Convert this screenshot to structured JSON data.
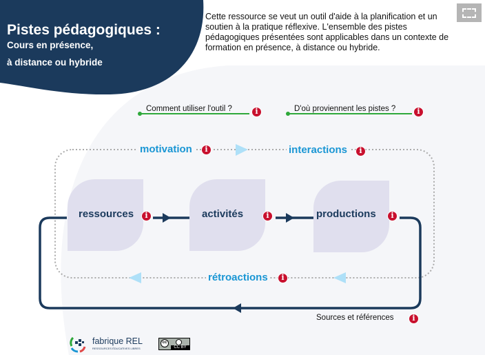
{
  "header": {
    "title": "Pistes pédagogiques :",
    "subtitle_line1": "Cours en présence,",
    "subtitle_line2": "à distance ou hybride"
  },
  "description": "Cette ressource se veut un outil d'aide à la planification et un soutien à la pratique réflexive. L'ensemble des pistes pédagogiques présentées sont applicables dans un contexte de formation en présence, à distance ou hybride.",
  "links": {
    "how_to": "Comment utiliser l'outil ?",
    "origin": "D'où proviennent les pistes ?"
  },
  "nodes": [
    "ressources",
    "activités",
    "productions"
  ],
  "flows": {
    "motivation": "motivation",
    "interactions": "interactions",
    "retroactions": "rétroactions"
  },
  "sources": "Sources et références",
  "info_glyph": "i",
  "footer": {
    "logo_name": "fabrique REL",
    "logo_tagline": "RESSOURCES ÉDUCATIVES LIBRES",
    "license": "CC BY"
  },
  "colors": {
    "navy": "#1b3a5c",
    "blue": "#1a96d4",
    "red": "#c8102e",
    "green": "#2ea83a"
  }
}
